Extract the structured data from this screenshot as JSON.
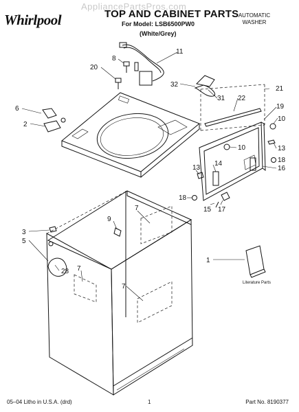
{
  "header": {
    "brand": "Whirlpool",
    "watermark": "AppliancePartsPros.com",
    "title": "TOP AND CABINET PARTS",
    "model_line": "For Model: LSB6500PW0",
    "color_line": "(White/Grey)",
    "product_type_line1": "AUTOMATIC",
    "product_type_line2": "WASHER"
  },
  "callouts": {
    "c1": "1",
    "c2": "2",
    "c3": "3",
    "c5": "5",
    "c6": "6",
    "c7a": "7",
    "c7b": "7",
    "c7c": "7",
    "c8": "8",
    "c9": "9",
    "c10a": "10",
    "c10b": "10",
    "c11": "11",
    "c13a": "13",
    "c13b": "13",
    "c14": "14",
    "c15": "15",
    "c16": "16",
    "c17": "17",
    "c18a": "18",
    "c18b": "18",
    "c19": "19",
    "c20": "20",
    "c21": "21",
    "c22": "22",
    "c28": "28",
    "c31": "31",
    "c32": "32"
  },
  "literature_label": "Literature Parts",
  "footer": {
    "left": "05–04 Litho in U.S.A. (drd)",
    "center": "1",
    "right": "Part No. 8190377"
  }
}
